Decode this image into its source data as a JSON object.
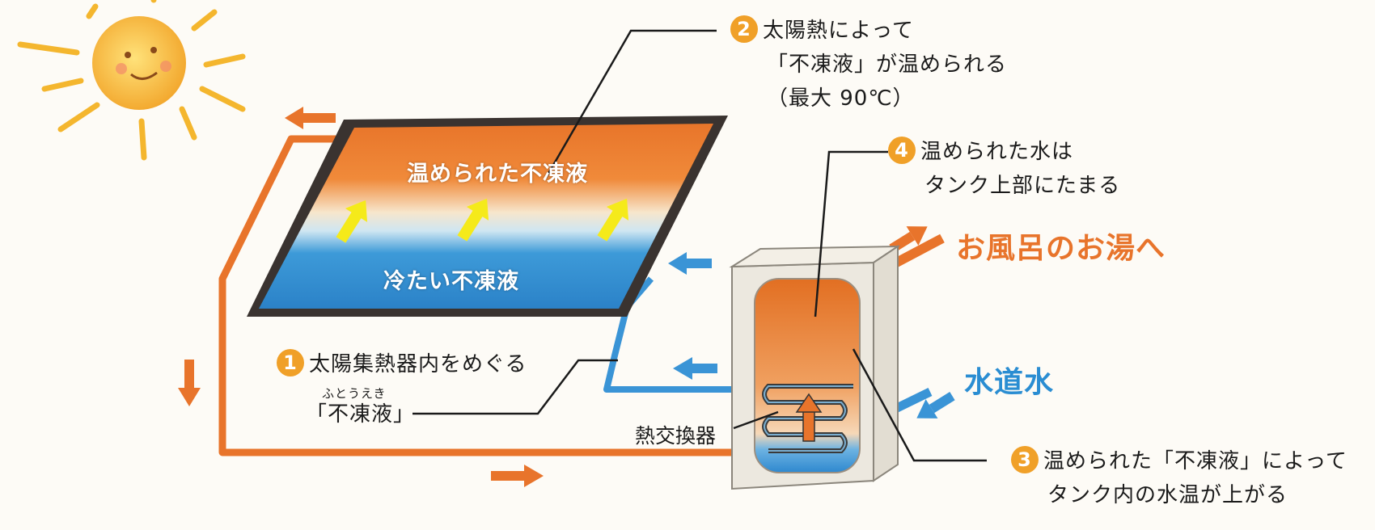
{
  "callouts": {
    "c1": {
      "num": "1",
      "line1": "太陽集熱器内をめぐる",
      "ruby": "ふとうえき",
      "line2": "「不凍液」"
    },
    "c2": {
      "num": "2",
      "line1": "太陽熱によって",
      "line2": "「不凍液」が温められる",
      "line3": "（最大 90℃）"
    },
    "c3": {
      "num": "3",
      "line1": "温められた「不凍液」によって",
      "line2": "タンク内の水温が上がる"
    },
    "c4": {
      "num": "4",
      "line1": "温められた水は",
      "line2": "タンク上部にたまる"
    }
  },
  "panel": {
    "warm_label": "温められた不凍液",
    "cold_label": "冷たい不凍液"
  },
  "tank": {
    "heat_exchanger_label": "熱交換器"
  },
  "destinations": {
    "hot_water": "お風呂のお湯へ",
    "tap_water": "水道水"
  },
  "colors": {
    "hot": "#e8742b",
    "cold": "#2a8dd2",
    "badge": "#f0a028",
    "sun": "#f6c23a",
    "arrow_yellow": "#f5ea1a"
  }
}
